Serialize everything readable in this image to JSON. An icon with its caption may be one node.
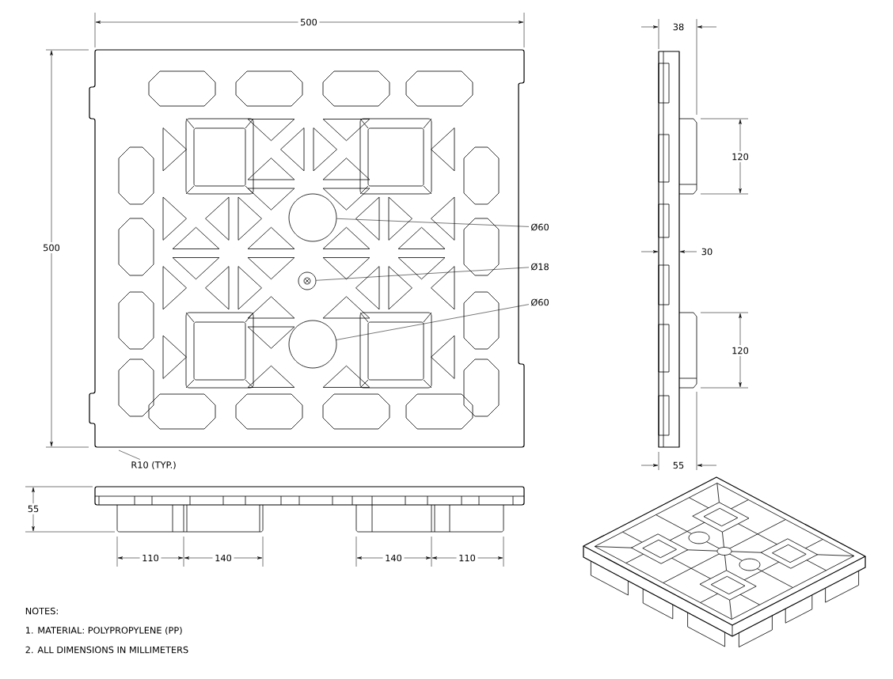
{
  "diagram": {
    "nodes": [
      {
        "text": [
          "Ø60"
        ]
      },
      {
        "text": [
          "Ø18"
        ]
      },
      {
        "text": [
          "Ø60"
        ]
      },
      {
        "text": [
          "R10 (TYP.)"
        ]
      },
      {
        "text": [],
        "shape": "circle"
      },
      {
        "text": [],
        "shape": "circle"
      },
      {
        "text": [],
        "shape": "circle"
      }
    ],
    "edges": [
      {
        "from": 0,
        "to": 4,
        "arrow": "none"
      },
      {
        "from": 1,
        "to": 5,
        "arrow": "none"
      },
      {
        "from": 2,
        "to": 6,
        "arrow": "none"
      },
      {
        "from": 3,
        "to": null,
        "arrow": "none"
      }
    ],
    "labels": [
      "500",
      "38",
      "120",
      "500",
      "30",
      "120",
      "55",
      "55",
      "110",
      "140",
      "140",
      "110",
      "NOTES:",
      "1.  MATERIAL: POLYPROPYLENE (PP)",
      "2.  ALL DIMENSIONS IN MILLIMETERS"
    ]
  }
}
